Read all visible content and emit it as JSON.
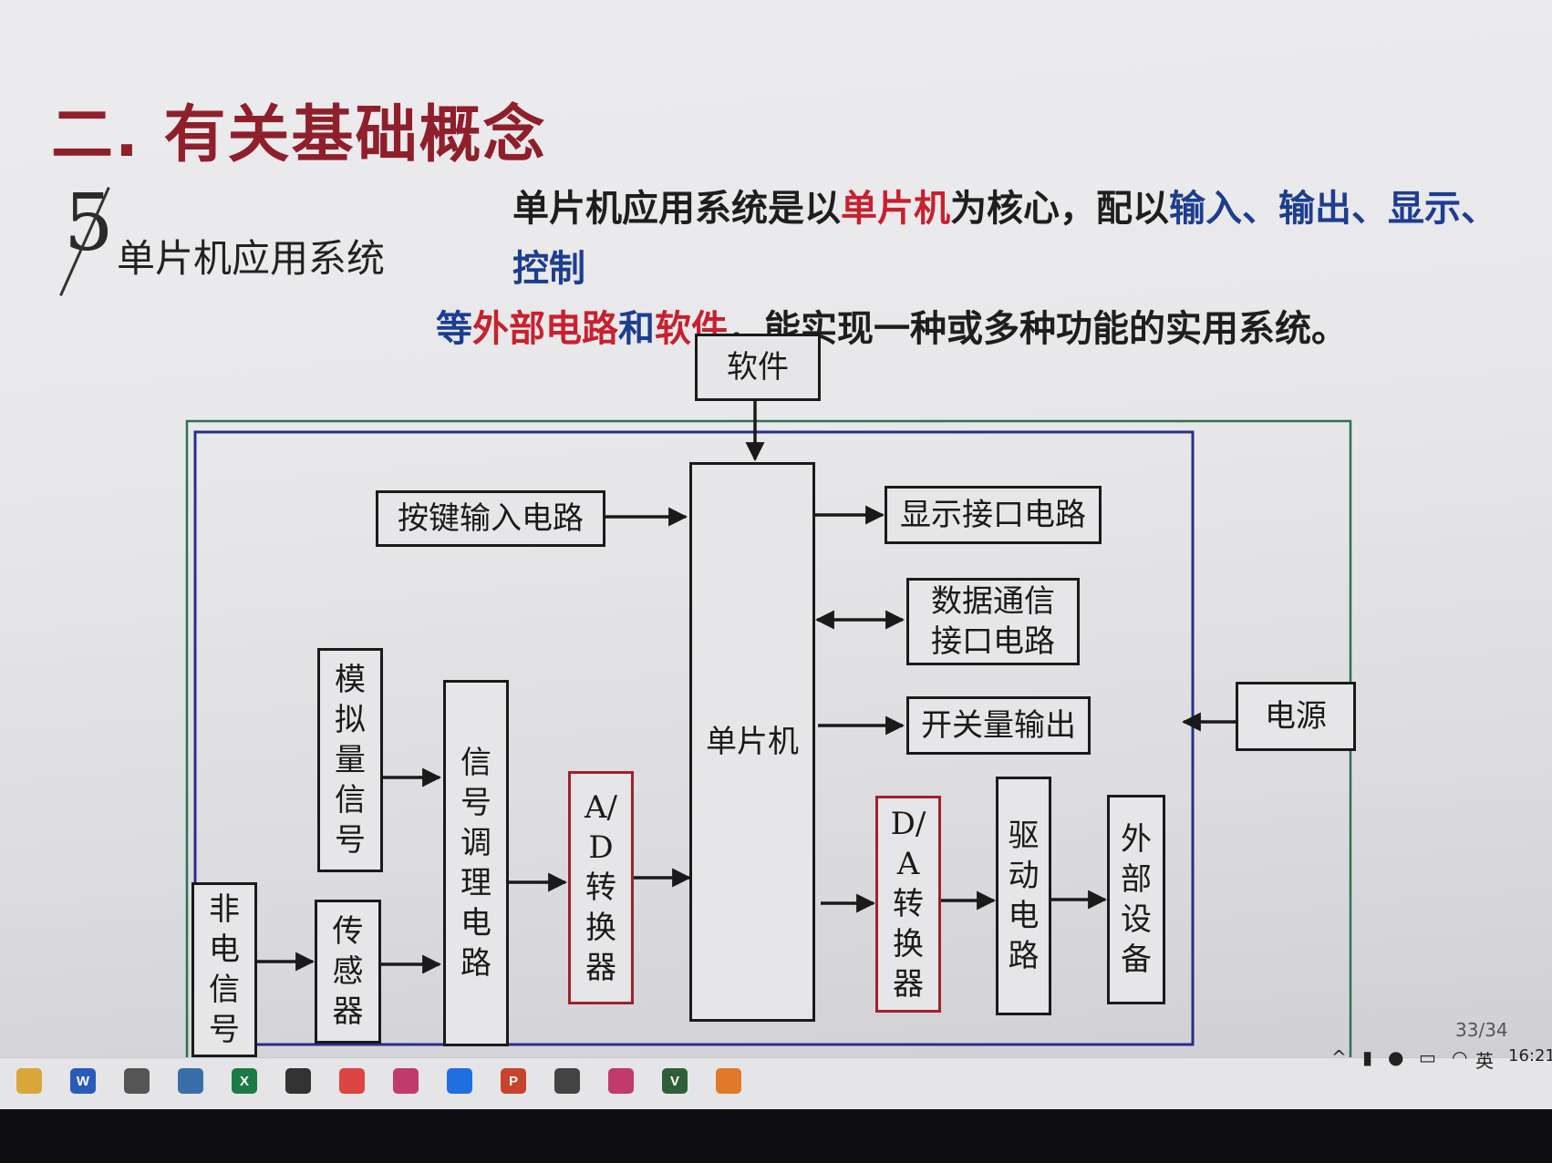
{
  "slide": {
    "title": "二. 有关基础概念",
    "section_number": "5",
    "section_label": "单片机应用系统",
    "description": {
      "line1": [
        {
          "text": "单片机应用系统是以",
          "color": "black"
        },
        {
          "text": "单片机",
          "color": "red"
        },
        {
          "text": "为核心，配以",
          "color": "black"
        },
        {
          "text": "输入、输出、显示、控制",
          "color": "blue"
        }
      ],
      "line2": [
        {
          "text": "等",
          "color": "blue"
        },
        {
          "text": "外部电路",
          "color": "red"
        },
        {
          "text": "和",
          "color": "blue"
        },
        {
          "text": "软件",
          "color": "red"
        },
        {
          "text": "，能实现一种或多种功能的实用系统。",
          "color": "black"
        }
      ]
    },
    "diagram": {
      "software": "软件",
      "mcu": "单片机",
      "key_input": "按键输入电路",
      "display_if": "显示接口电路",
      "data_comm": "数据通信\n接口电路",
      "switch_out": "开关量输出",
      "power": "电源",
      "analog_signal": "模\n拟\n量\n信\n号",
      "non_electric": "非\n电\n信\n号",
      "sensor": "传\n感\n器",
      "signal_cond": "信\n号\n调\n理\n电\n路",
      "adc": "A/\nD\n转\n换\n器",
      "dac": "D/\nA\n转\n换\n器",
      "driver": "驱\n动\n电\n路",
      "external": "外\n部\n设\n备"
    },
    "page_indicator": "33/34"
  },
  "colors": {
    "title": "#8f1f2a",
    "red": "#c8202e",
    "blue": "#1d3d8f",
    "outer_frame": "#2f6f4f",
    "inner_frame": "#27308a"
  },
  "taskbar": {
    "apps": [
      {
        "name": "file-explorer-icon",
        "label": "",
        "color": "#d9a63a"
      },
      {
        "name": "word-icon",
        "label": "W",
        "color": "#2b5bb8"
      },
      {
        "name": "app-icon-3",
        "label": "",
        "color": "#555"
      },
      {
        "name": "app-icon-4",
        "label": "",
        "color": "#3a6ea8"
      },
      {
        "name": "excel-icon",
        "label": "X",
        "color": "#1d7a45"
      },
      {
        "name": "book-app-icon",
        "label": "",
        "color": "#333"
      },
      {
        "name": "chrome-icon",
        "label": "",
        "color": "#d44"
      },
      {
        "name": "app-icon-8",
        "label": "",
        "color": "#c03a6a"
      },
      {
        "name": "meeting-icon",
        "label": "",
        "color": "#1f6fe0"
      },
      {
        "name": "powerpoint-icon",
        "label": "P",
        "color": "#c8432c"
      },
      {
        "name": "app-icon-11",
        "label": "",
        "color": "#444"
      },
      {
        "name": "app-icon-12",
        "label": "",
        "color": "#c03a6a"
      },
      {
        "name": "app-icon-13",
        "label": "V",
        "color": "#2f5f3a"
      },
      {
        "name": "app-icon-14",
        "label": "",
        "color": "#e07a2a"
      }
    ],
    "tray": {
      "ime": "英",
      "time": "16:21"
    }
  }
}
